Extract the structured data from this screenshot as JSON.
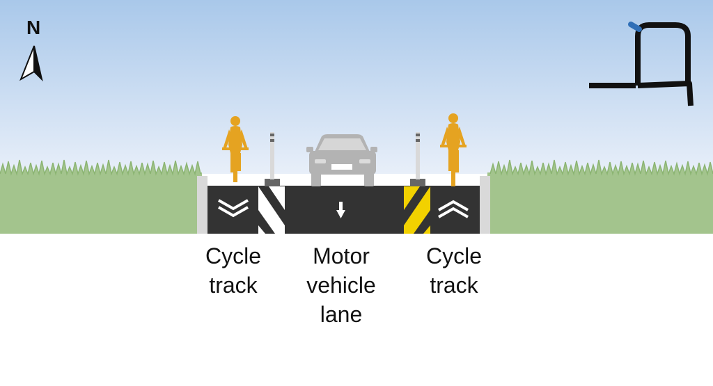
{
  "compass": {
    "north_label": "N"
  },
  "lanes": [
    {
      "id": "cycle-track-left",
      "label": "Cycle\ntrack",
      "direction": "down"
    },
    {
      "id": "motor-vehicle-lane",
      "label": "Motor\nvehicle\nlane",
      "direction": "down"
    },
    {
      "id": "cycle-track-right",
      "label": "Cycle\ntrack",
      "direction": "up"
    }
  ],
  "colors": {
    "sky_top": "#a9c8ea",
    "sky_bottom": "#e6eef8",
    "grass": "#a3c48d",
    "asphalt": "#333333",
    "curb": "#d9d9d9",
    "cyclist": "#e5a321",
    "car": "#b3b3b3",
    "buffer_left": "#ffffff",
    "buffer_right": "#f2d100",
    "map_highlight": "#2f6fb7"
  },
  "icons": [
    "north-arrow-icon",
    "cyclist-icon",
    "car-icon",
    "delineator-post-icon",
    "chevron-down-icon",
    "chevron-up-icon",
    "arrow-down-icon",
    "locator-map-icon"
  ]
}
